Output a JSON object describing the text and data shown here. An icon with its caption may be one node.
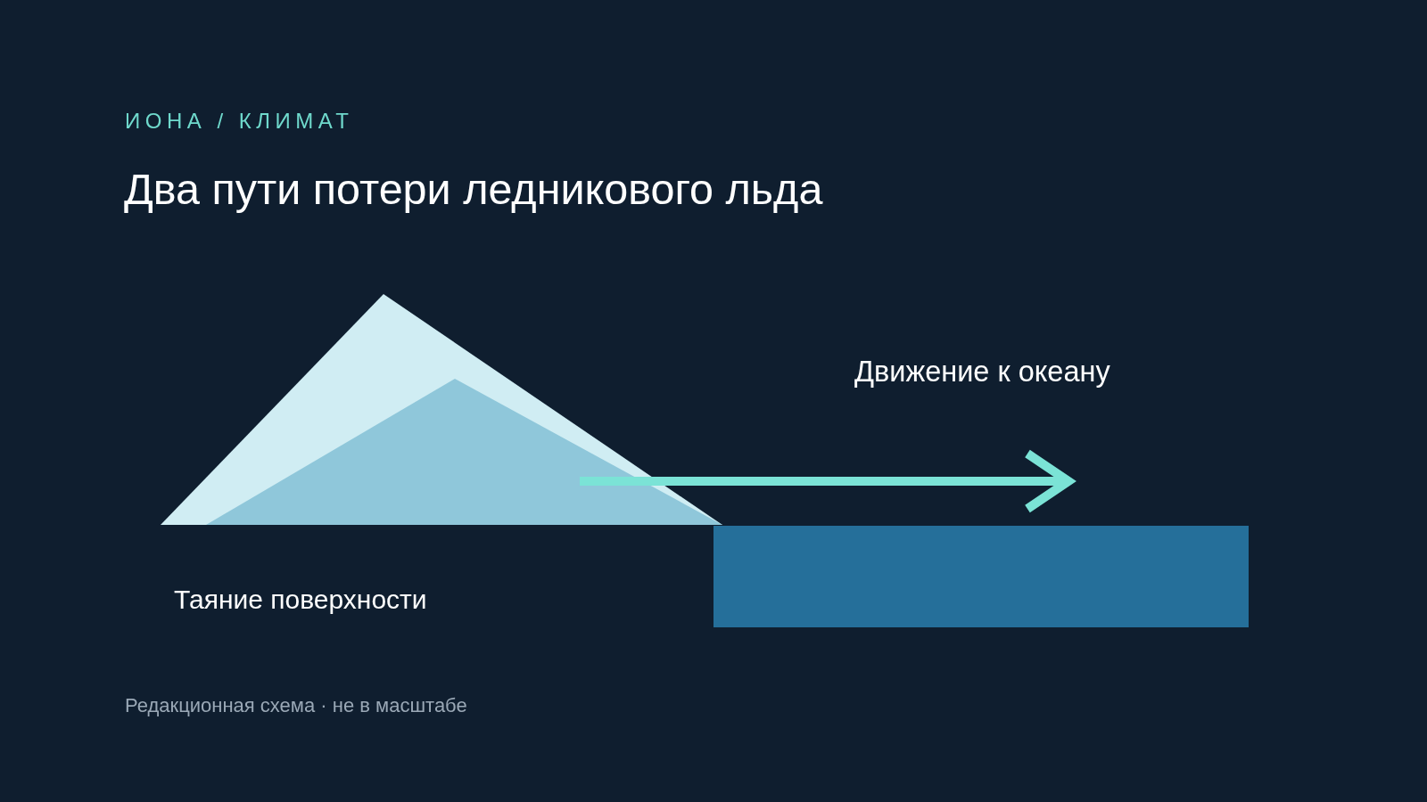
{
  "diagram": {
    "title": "Два пути потери ледникового льда",
    "caption": "Редакционная схема · не в масштабе",
    "labels": [
      "ИОНА / КЛИМАТ",
      "Движение к океану",
      "Таяние поверхности"
    ]
  }
}
